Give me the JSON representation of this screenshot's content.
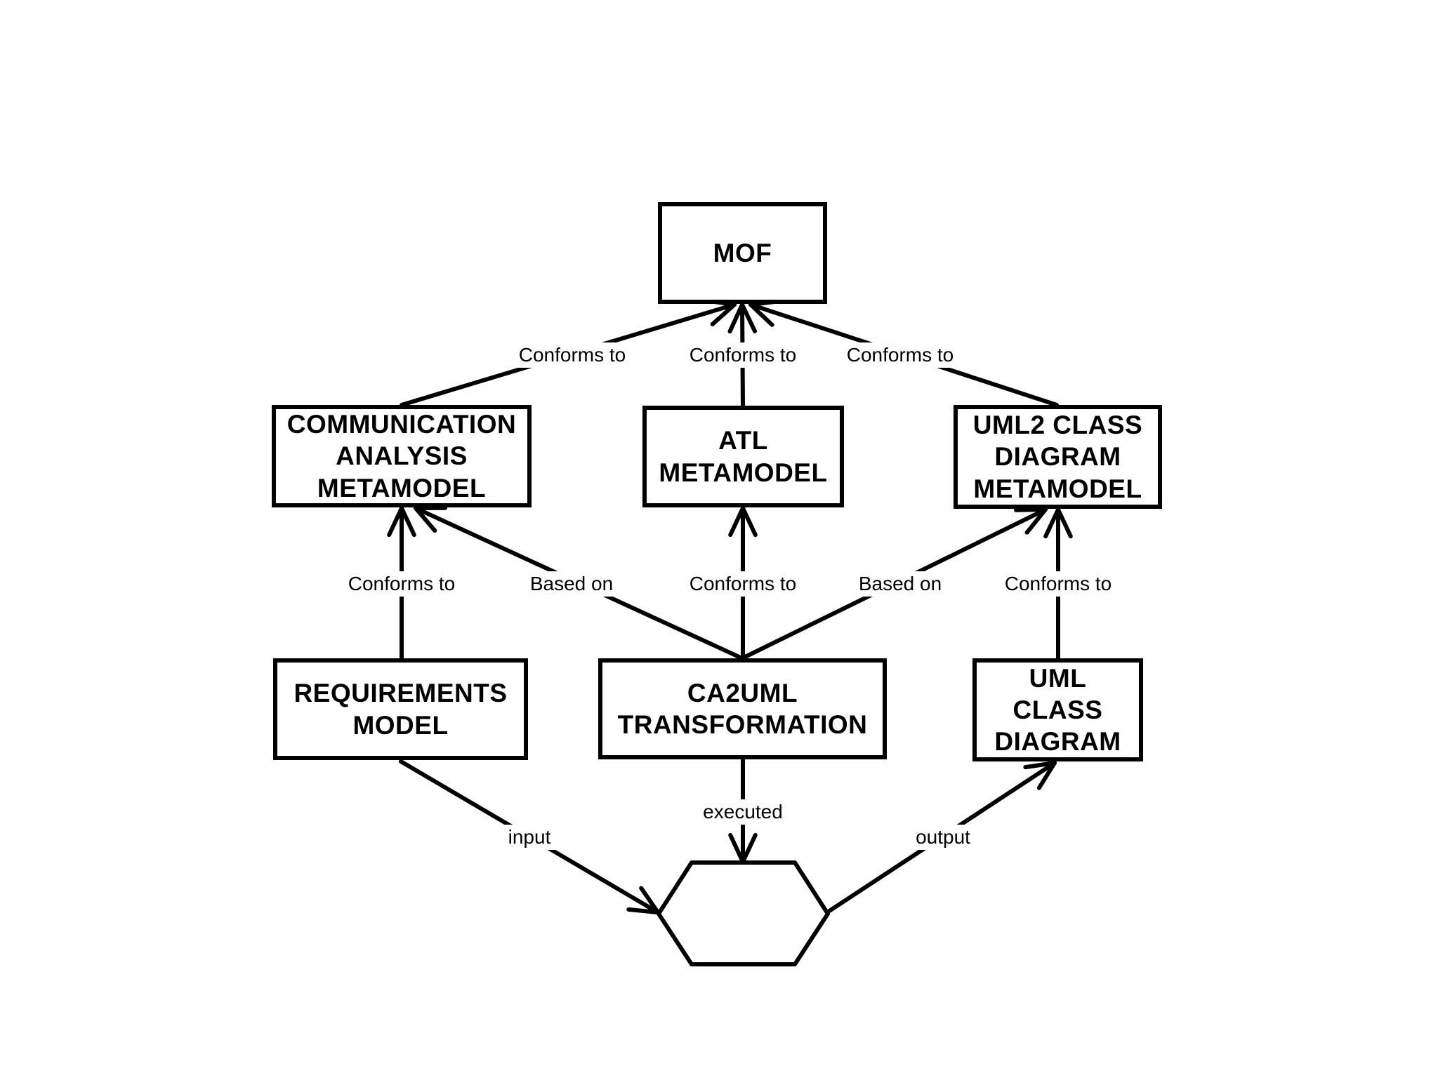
{
  "diagram": {
    "colors": {
      "line": "#000000",
      "background": "#ffffff",
      "text": "#000000"
    },
    "nodes": {
      "mof": {
        "lines": [
          "MOF"
        ]
      },
      "comm_metamodel": {
        "lines": [
          "COMMUNICATION",
          "ANALYSIS",
          "METAMODEL"
        ]
      },
      "atl_metamodel": {
        "lines": [
          "ATL",
          "METAMODEL"
        ]
      },
      "uml2_metamodel": {
        "lines": [
          "UML2 CLASS",
          "DIAGRAM",
          "METAMODEL"
        ]
      },
      "requirements_model": {
        "lines": [
          "REQUIREMENTS",
          "MODEL"
        ]
      },
      "ca2uml_transformation": {
        "lines": [
          "CA2UML",
          "TRANSFORMATION"
        ]
      },
      "uml_class_diagram": {
        "lines": [
          "UML",
          "CLASS",
          "DIAGRAM"
        ]
      },
      "execution": {
        "shape": "hexagon",
        "lines": []
      }
    },
    "edges": {
      "comm_to_mof": "Conforms to",
      "atl_to_mof": "Conforms to",
      "uml2_to_mof": "Conforms to",
      "req_to_comm": "Conforms to",
      "ca2uml_to_comm": "Based on",
      "ca2uml_to_atl": "Conforms to",
      "ca2uml_to_uml2": "Based on",
      "umlcd_to_uml2": "Conforms to",
      "req_to_execution": "input",
      "ca2uml_to_execution": "executed",
      "execution_to_umlcd": "output"
    }
  }
}
